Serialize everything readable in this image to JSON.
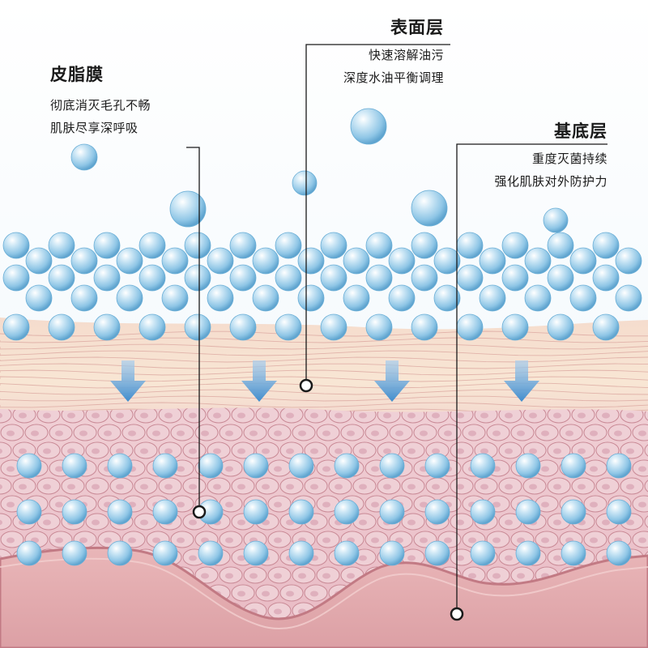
{
  "layers": {
    "sebum": {
      "title": "皮脂膜",
      "lines": [
        "彻底消灭毛孔不畅",
        "肌肤尽享深呼吸"
      ]
    },
    "surface": {
      "title": "表面层",
      "lines": [
        "快速溶解油污",
        "深度水油平衡调理"
      ]
    },
    "basal": {
      "title": "基底层",
      "lines": [
        "重度灭菌持续",
        "强化肌肤对外防护力"
      ]
    }
  },
  "colors": {
    "background": "#ffffff",
    "bubble": "#8fc6e6",
    "bubble_edge": "#5fa4cf",
    "arrow": "#4a92d0",
    "epidermis_top": "#f3dcc9",
    "cells": "#eac3cc",
    "cell_line": "#c98a96",
    "dermis": "#e4b1b4",
    "leader_line": "#1a1a1a"
  },
  "icons": [
    "water-bubble-icon",
    "down-arrow-icon",
    "leader-dot-icon"
  ]
}
